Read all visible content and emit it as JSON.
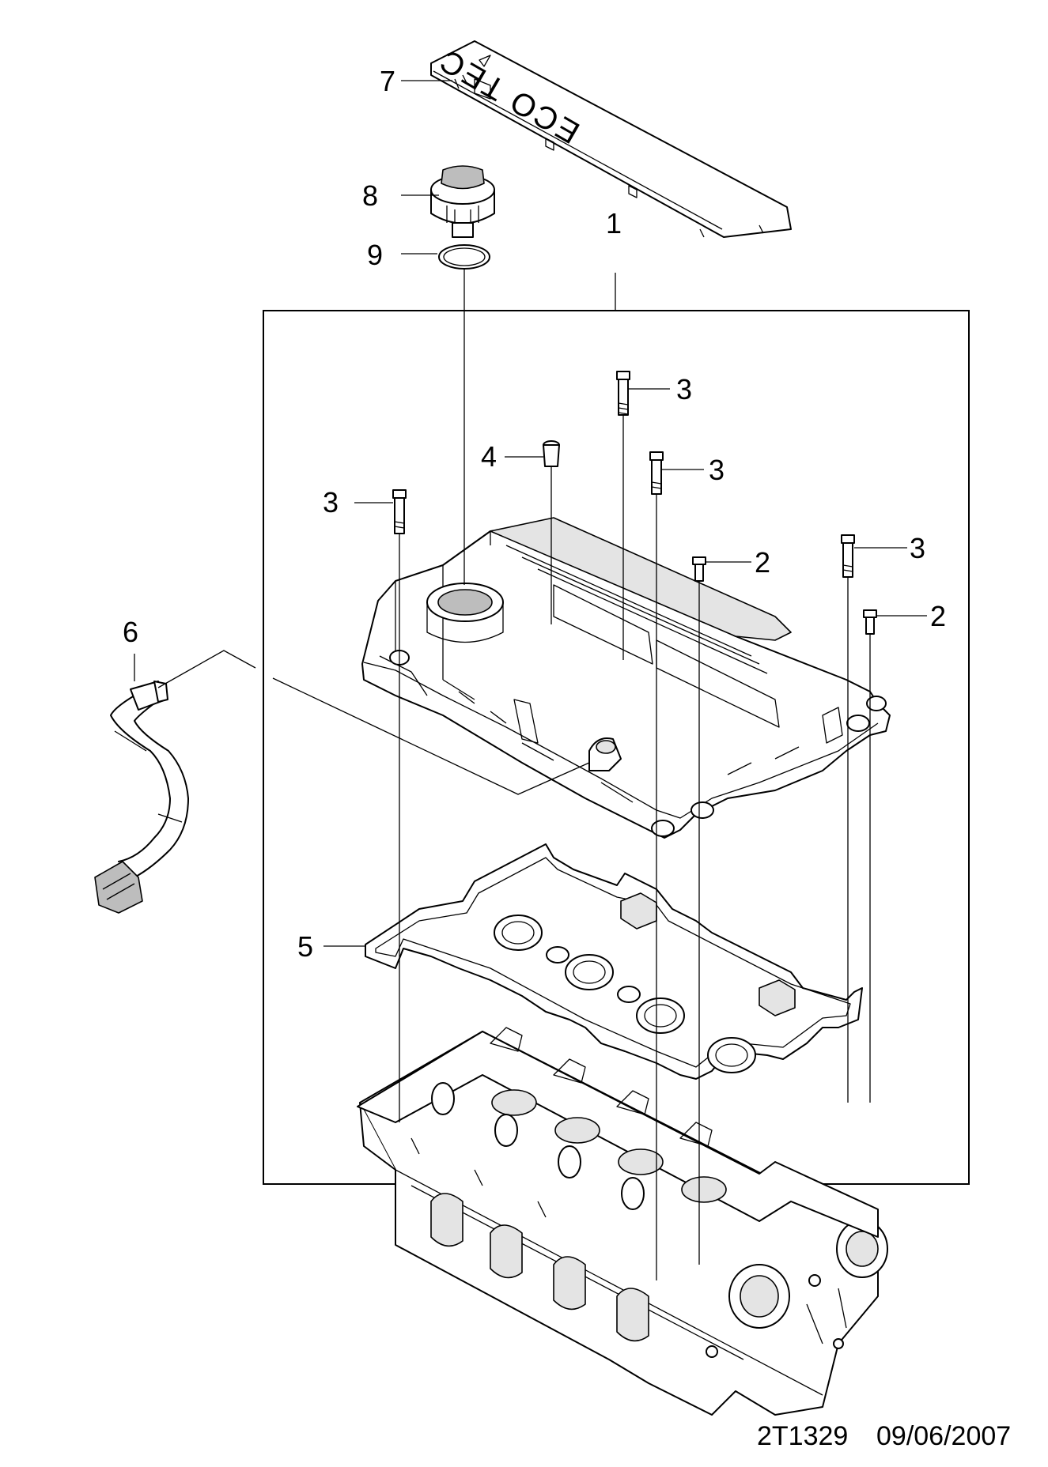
{
  "diagram": {
    "callouts": [
      {
        "key": "cover_trim",
        "label": "7"
      },
      {
        "key": "oil_cap",
        "label": "8"
      },
      {
        "key": "o_ring",
        "label": "9"
      },
      {
        "key": "cover_assembly",
        "label": "1"
      },
      {
        "key": "bolt_top",
        "label": "3"
      },
      {
        "key": "plug",
        "label": "4"
      },
      {
        "key": "bolt_mid",
        "label": "3"
      },
      {
        "key": "bolt_left",
        "label": "3"
      },
      {
        "key": "bolt_short_a",
        "label": "2"
      },
      {
        "key": "bolt_right",
        "label": "3"
      },
      {
        "key": "bolt_short_b",
        "label": "2"
      },
      {
        "key": "hose",
        "label": "6"
      },
      {
        "key": "gasket",
        "label": "5"
      }
    ],
    "trim_text": "ECO TEC"
  },
  "footer": {
    "drawing_id": "2T1329",
    "date": "09/06/2007"
  }
}
